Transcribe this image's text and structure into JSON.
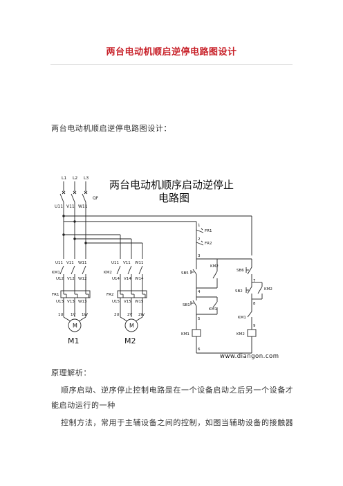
{
  "title": "两台电动机顺启逆停电路图设计",
  "intro": "两台电动机顺启逆停电路图设计：",
  "diagram": {
    "title_line1": "两台电动机顺序启动逆停止",
    "title_line2": "电路图",
    "lines": {
      "l1": "L1",
      "l2": "L2",
      "l3": "L3"
    },
    "qf": "QF",
    "u11": "U11",
    "v11": "V11",
    "w11": "W11",
    "km1": "KM1",
    "km2": "KM2",
    "u12": "U12",
    "v12": "V12",
    "w12": "W12",
    "u13": "U13",
    "v13": "V13",
    "w13": "W13",
    "u14": "U14",
    "v14": "V14",
    "w14": "W14",
    "u15": "U15",
    "v15": "V15",
    "w15": "W15",
    "fr1": "FR1",
    "fr2": "FR2",
    "m1_u": "1U",
    "m1_v": "1V",
    "m1_w": "1W",
    "m2_u": "2U",
    "m2_v": "2V",
    "m2_w": "2W",
    "motor_letter": "M",
    "m1": "M1",
    "m2": "M2",
    "sb1": "SB1",
    "sb2": "SB2",
    "sb5": "SB5",
    "sb6": "SB6",
    "nodes": [
      "1",
      "2",
      "3",
      "4",
      "5",
      "6",
      "7",
      "8",
      "9"
    ],
    "watermark": "www.diangon.com"
  },
  "analysis_heading": "原理解析：",
  "analysis_p1": "顺序启动、逆序停止控制电路是在一个设备启动之后另一个设备才能启动运行的一种",
  "analysis_p2": "控制方法，常用于主辅设备之间的控制，如图当辅助设备的接触器"
}
